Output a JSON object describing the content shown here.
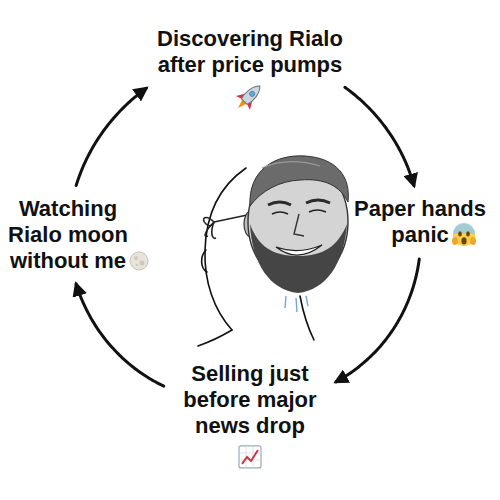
{
  "diagram": {
    "nodes": [
      {
        "text": [
          "Discovering Rialo after price pumps"
        ]
      },
      {
        "text": [
          "Paper hands panic"
        ]
      },
      {
        "text": [
          "Selling just before major news drop"
        ]
      },
      {
        "text": [
          "Watching Rialo moon without me"
        ]
      }
    ],
    "edges": [
      {
        "from": 0,
        "to": 1,
        "arrow": "to"
      },
      {
        "from": 1,
        "to": 2,
        "arrow": "to"
      },
      {
        "from": 2,
        "to": 3,
        "arrow": "to"
      },
      {
        "from": 3,
        "to": 0,
        "arrow": "to"
      }
    ]
  }
}
